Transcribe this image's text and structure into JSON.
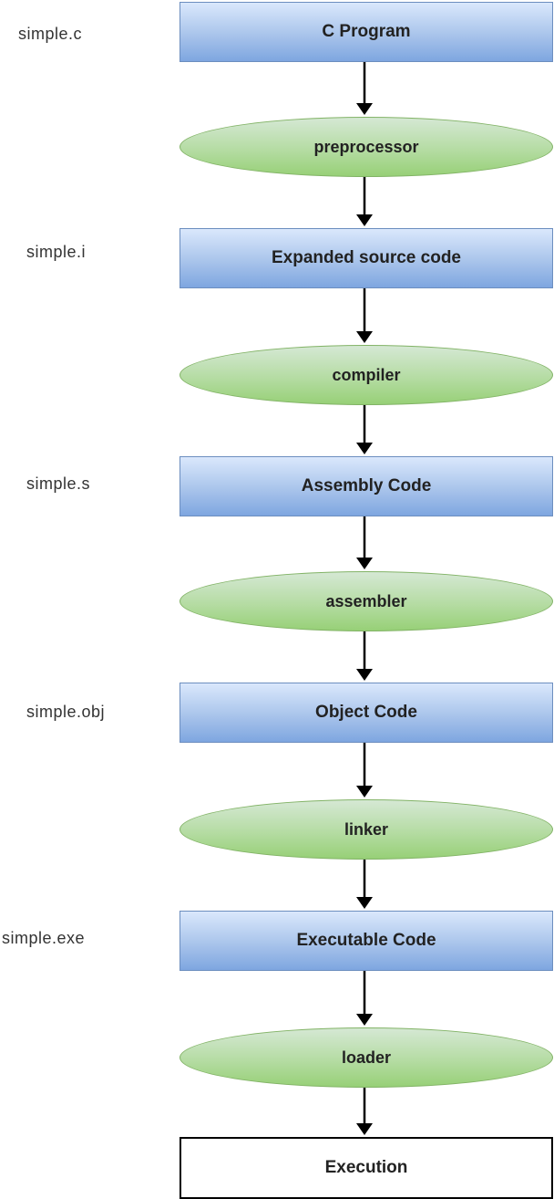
{
  "stages": [
    {
      "label": "C Program",
      "file": "simple.c"
    },
    {
      "label": "Expanded source code",
      "file": "simple.i"
    },
    {
      "label": "Assembly Code",
      "file": "simple.s"
    },
    {
      "label": "Object Code",
      "file": "simple.obj"
    },
    {
      "label": "Executable Code",
      "file": "simple.exe"
    },
    {
      "label": "Execution"
    }
  ],
  "tools": [
    {
      "label": "preprocessor"
    },
    {
      "label": "compiler"
    },
    {
      "label": "assembler"
    },
    {
      "label": "linker"
    },
    {
      "label": "loader"
    }
  ],
  "colors": {
    "box_fill": "#a9c4eb",
    "box_stroke": "#6c8ebf",
    "ellipse_fill": "#b5dca3",
    "ellipse_stroke": "#82b366",
    "arrow": "#000000"
  }
}
